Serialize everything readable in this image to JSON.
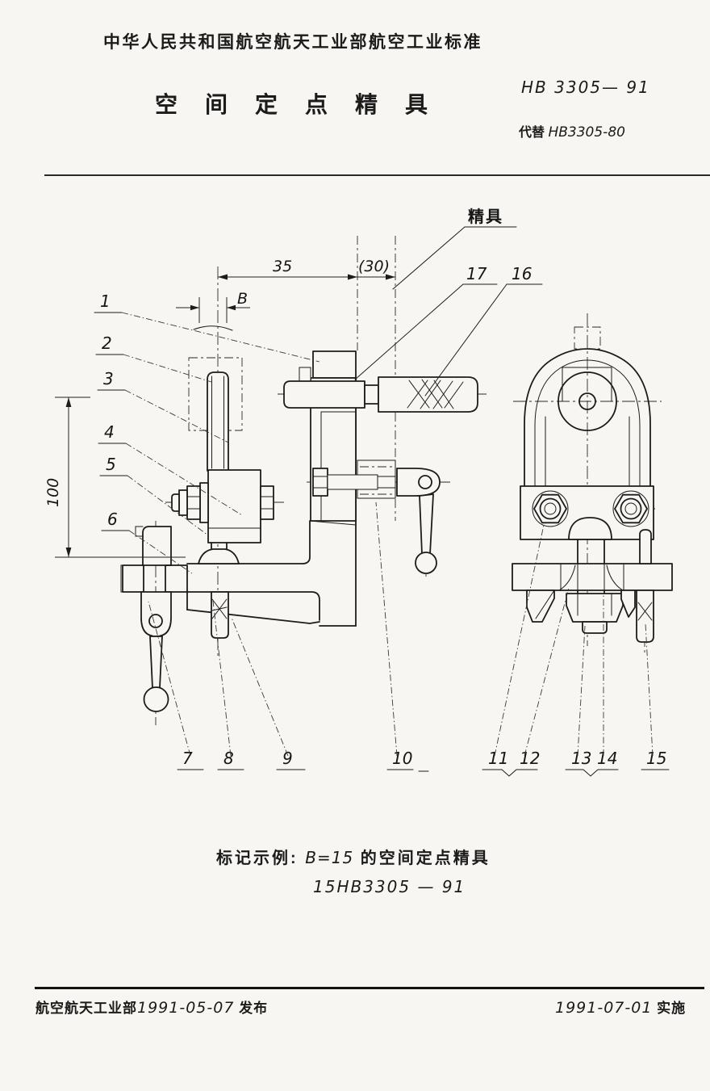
{
  "colors": {
    "paper": "#f7f6f2",
    "ink": "#1c1c1c"
  },
  "header": {
    "org_standard_line": "中华人民共和国航空航天工业部航空工业标准",
    "title": "空间定点精具",
    "standard_no": "HB 3305— 91",
    "replaces_label": "代替",
    "replaces_no": "HB3305-80"
  },
  "drawing": {
    "fixture_label": "精具",
    "dim_35": "35",
    "dim_30": "(30)",
    "dim_b": "B",
    "dim_100": "100",
    "callouts": {
      "c1": "1",
      "c2": "2",
      "c3": "3",
      "c4": "4",
      "c5": "5",
      "c6": "6",
      "c7": "7",
      "c8": "8",
      "c9": "9",
      "c10": "10",
      "c11": "11",
      "c12": "12",
      "c13": "13",
      "c14": "14",
      "c15": "15",
      "c16": "16",
      "c17": "17"
    }
  },
  "example": {
    "label": "标记示例:",
    "spec": "B=15",
    "text": "的空间定点精具",
    "designation": "15HB3305 — 91"
  },
  "footer": {
    "issuer": "航空航天工业部",
    "issue_date": "1991-05-07",
    "issue_verb": "发布",
    "impl_date": "1991-07-01",
    "impl_verb": "实施"
  }
}
